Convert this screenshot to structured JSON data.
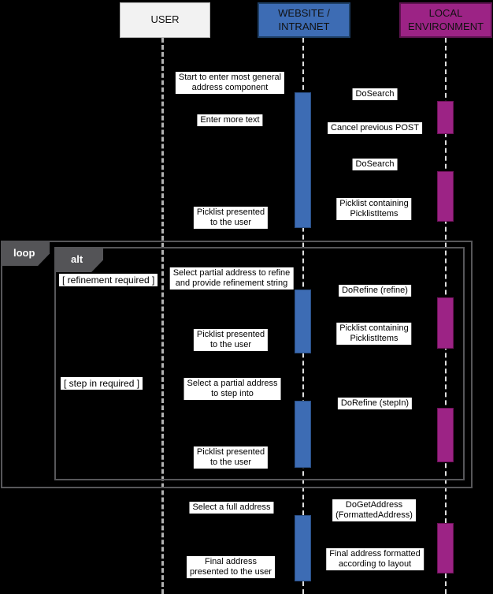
{
  "diagram": {
    "type": "uml-sequence",
    "actors": [
      {
        "id": "user",
        "label": "USER",
        "fill": "#f2f2f2"
      },
      {
        "id": "website",
        "label": "WEBSITE /\nINTRANET",
        "fill": "#3d6cb4"
      },
      {
        "id": "local",
        "label": "LOCAL\nENVIRONMENT",
        "fill": "#9c2385"
      }
    ],
    "fragments": {
      "loop": {
        "label": "loop"
      },
      "alt": {
        "label": "alt",
        "guards": [
          {
            "text": "[ refinement required ]"
          },
          {
            "text": "[ step in required ]"
          }
        ]
      }
    },
    "messages": [
      {
        "from": "user",
        "to": "website",
        "text": "Start to enter most general\naddress component"
      },
      {
        "from": "website",
        "to": "local",
        "text": "DoSearch"
      },
      {
        "from": "user",
        "to": "website",
        "text": "Enter more text"
      },
      {
        "from": "website",
        "to": "local",
        "text": "Cancel previous POST"
      },
      {
        "from": "website",
        "to": "local",
        "text": "DoSearch"
      },
      {
        "from": "local",
        "to": "website",
        "text": "Picklist containing\nPicklistItems"
      },
      {
        "from": "website",
        "to": "user",
        "text": "Picklist presented\nto the user"
      },
      {
        "from": "user",
        "to": "website",
        "text": "Select partial address to refine\nand provide refinement string"
      },
      {
        "from": "website",
        "to": "local",
        "text": "DoRefine (refine)"
      },
      {
        "from": "local",
        "to": "website",
        "text": "Picklist containing\nPicklistItems"
      },
      {
        "from": "website",
        "to": "user",
        "text": "Picklist presented\nto the user"
      },
      {
        "from": "user",
        "to": "website",
        "text": "Select a partial address\nto step into"
      },
      {
        "from": "website",
        "to": "local",
        "text": "DoRefine (stepIn)"
      },
      {
        "from": "website",
        "to": "user",
        "text": "Picklist presented\nto the user"
      },
      {
        "from": "user",
        "to": "website",
        "text": "Select a full address"
      },
      {
        "from": "website",
        "to": "local",
        "text": "DoGetAddress\n(FormattedAddress)"
      },
      {
        "from": "local",
        "to": "website",
        "text": "Final address formatted\naccording to layout"
      },
      {
        "from": "website",
        "to": "user",
        "text": "Final address\npresented to the user"
      }
    ],
    "colors": {
      "background": "#000000",
      "website_blue": "#3d6cb4",
      "local_magenta": "#9c2385",
      "user_box": "#f2f2f2",
      "fragment_border": "#57575a",
      "fragment_tab": "#545457",
      "label_background": "#ffffff",
      "label_text": "#000000"
    }
  }
}
